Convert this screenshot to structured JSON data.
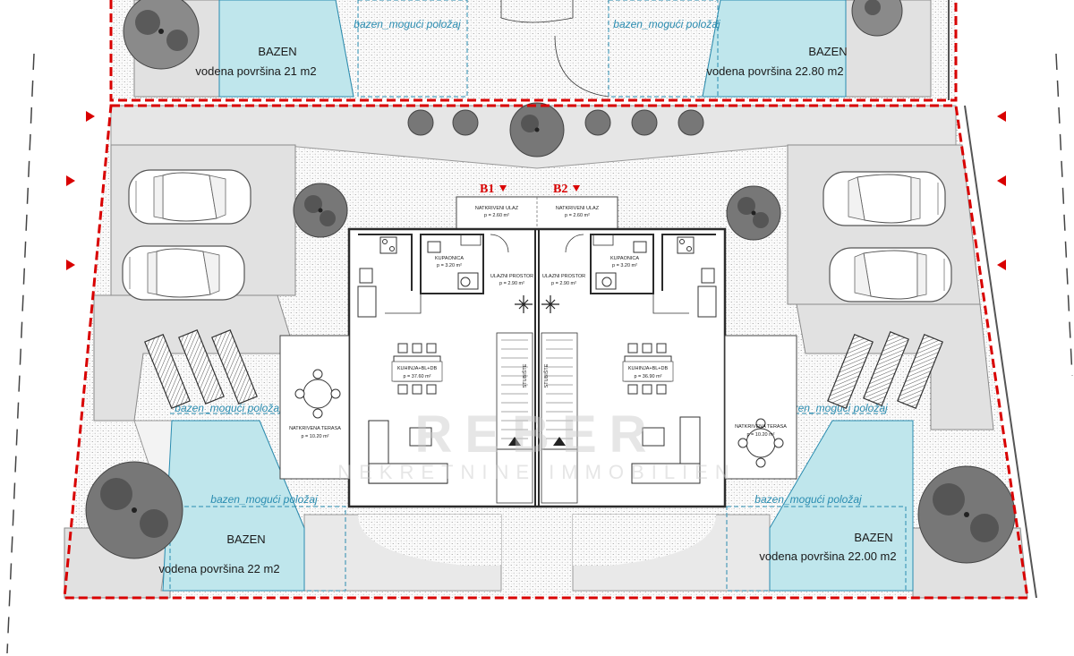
{
  "pools": {
    "top_left": {
      "title": "BAZEN",
      "area": "vodena površina 21 m2",
      "note": "bazen_mogući položaj"
    },
    "top_right": {
      "title": "BAZEN",
      "area": "vodena površina 22.80 m2",
      "note": "bazen_mogući položaj"
    },
    "bottom_left": {
      "title": "BAZEN",
      "area": "vodena površina 22 m2",
      "note": "bazen_mogući položaj",
      "note_upper": "bazen_mogući položaj"
    },
    "bottom_right": {
      "title": "BAZEN",
      "area": "vodena površina 22.00 m2",
      "note": "bazen_mogući položaj",
      "note_upper": "bazen_mogući položaj"
    }
  },
  "units": {
    "b1": {
      "marker": "B1",
      "entrance": {
        "name": "NATKRIVENI ULAZ",
        "area": "p = 2.60 m²"
      },
      "bathroom": {
        "name": "KUPAONICA",
        "area": "p = 3.20 m²"
      },
      "hall": {
        "name": "ULAZNI PROSTOR",
        "area": "p = 2.90 m²"
      },
      "living": {
        "name": "KUHINJA+BL+DB",
        "area": "p = 37.60 m²"
      },
      "terrace": {
        "name": "NATKRIVENA TERASA",
        "area": "p = 10.20 m²"
      },
      "stairs": "STUBIŠTE"
    },
    "b2": {
      "marker": "B2",
      "entrance": {
        "name": "NATKRIVENI ULAZ",
        "area": "p = 2.60 m²"
      },
      "bathroom": {
        "name": "KUPAONICA",
        "area": "p = 3.20 m²"
      },
      "hall": {
        "name": "ULAZNI PROSTOR",
        "area": "p = 2.90 m²"
      },
      "living": {
        "name": "KUHINJA+BL+DB",
        "area": "p = 36.90 m²"
      },
      "terrace": {
        "name": "NATKRIVENA TERASA",
        "area": "p = 10.20 m²"
      },
      "stairs": "STUBIŠTE"
    }
  },
  "watermark": {
    "brand": "REBER",
    "sub": "NEKRETNINE IMMOBILIEN"
  },
  "colors": {
    "boundary": "#d90000",
    "pool": "#bfe6ec",
    "pool_edge": "#2a8cb0",
    "wall": "#2b2b2b",
    "paving": "#e1e1e1"
  }
}
